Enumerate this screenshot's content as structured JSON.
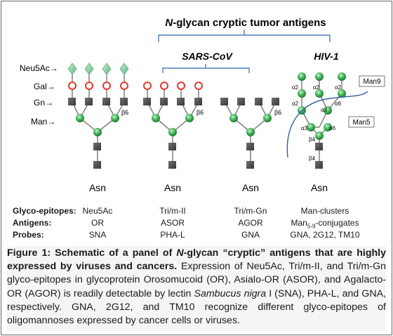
{
  "header": {
    "title_italic": "N",
    "title_rest": "-glycan cryptic tumor antigens",
    "sars": "SARS-CoV",
    "hiv": "HIV-1"
  },
  "legend": {
    "neu5ac": "Neu5Ac→",
    "gal": "Gal→",
    "gn": "Gn→",
    "man": "Man→"
  },
  "structures": {
    "asn": "Asn",
    "beta6": "β6",
    "beta4": "β4",
    "alpha2": "α2",
    "alpha3": "α3",
    "alpha6": "α6",
    "man9": "Man9",
    "man5": "Man5"
  },
  "table": {
    "row_labels": [
      "Glyco-epitopes:",
      "Antigens:",
      "Probes:"
    ],
    "columns": [
      {
        "glyco": "Neu5Ac",
        "antigen": "OR",
        "probe": "SNA"
      },
      {
        "glyco": "Tri/m-II",
        "antigen": "ASOR",
        "probe": "PHA-L"
      },
      {
        "glyco": "Tri/m-Gn",
        "antigen": "AGOR",
        "probe": "GNA"
      },
      {
        "glyco": "Man-clusters",
        "antigen": "Man",
        "antigen_sub": "5-9",
        "antigen_suffix": "-conjugates",
        "probe": "GNA, 2G12, TM10"
      }
    ]
  },
  "caption": {
    "label": "Figure 1: Schematic of a panel of ",
    "label_italic": "N",
    "label_rest": "-glycan “cryptic” antigens that are highly expressed by viruses and cancers.",
    "body1": " Expression of Neu5Ac, Tri/m-II, and Tri/m-Gn glyco-epitopes in glycoprotein Orosomucoid (OR), Asialo-OR (ASOR), and Agalacto-OR (AGOR) is readily detectable by lectin ",
    "body_italic": "Sambucus nigra",
    "body2": " I (SNA), PHA-L, and GNA, respectively. GNA, 2G12, and TM10 recognize different glyco-epitopes of oligomannoses expressed by cancer cells or viruses."
  },
  "colors": {
    "neu5ac": "#7fc89a",
    "gal": "#e23b2e",
    "gn": "#4d4d4d",
    "man": "#39a84f",
    "bracket": "#4a7fc4",
    "hiv_curve": "#2f5f9e"
  }
}
